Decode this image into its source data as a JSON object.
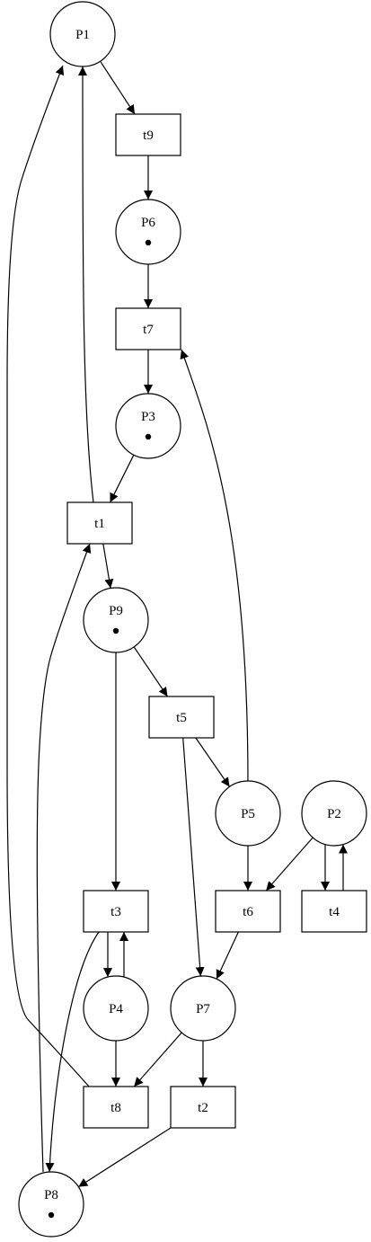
{
  "places": [
    {
      "id": "P1",
      "label": "P1",
      "tokens": 0
    },
    {
      "id": "P6",
      "label": "P6",
      "tokens": 1
    },
    {
      "id": "P3",
      "label": "P3",
      "tokens": 1
    },
    {
      "id": "P9",
      "label": "P9",
      "tokens": 1
    },
    {
      "id": "P5",
      "label": "P5",
      "tokens": 0
    },
    {
      "id": "P2",
      "label": "P2",
      "tokens": 0
    },
    {
      "id": "P4",
      "label": "P4",
      "tokens": 0
    },
    {
      "id": "P7",
      "label": "P7",
      "tokens": 0
    },
    {
      "id": "P8",
      "label": "P8",
      "tokens": 1
    }
  ],
  "transitions": [
    {
      "id": "t9",
      "label": "t9"
    },
    {
      "id": "t7",
      "label": "t7"
    },
    {
      "id": "t1",
      "label": "t1"
    },
    {
      "id": "t5",
      "label": "t5"
    },
    {
      "id": "t3",
      "label": "t3"
    },
    {
      "id": "t6",
      "label": "t6"
    },
    {
      "id": "t4",
      "label": "t4"
    },
    {
      "id": "t8",
      "label": "t8"
    },
    {
      "id": "t2",
      "label": "t2"
    }
  ],
  "arcs": [
    {
      "from": "P1",
      "to": "t9"
    },
    {
      "from": "t9",
      "to": "P6"
    },
    {
      "from": "P6",
      "to": "t7"
    },
    {
      "from": "t7",
      "to": "P3"
    },
    {
      "from": "P3",
      "to": "t1"
    },
    {
      "from": "t1",
      "to": "P1"
    },
    {
      "from": "t1",
      "to": "P9"
    },
    {
      "from": "P9",
      "to": "t5"
    },
    {
      "from": "P9",
      "to": "t3"
    },
    {
      "from": "t5",
      "to": "P5"
    },
    {
      "from": "t5",
      "to": "P7"
    },
    {
      "from": "P5",
      "to": "t7"
    },
    {
      "from": "P5",
      "to": "t6"
    },
    {
      "from": "P2",
      "to": "t6"
    },
    {
      "from": "P2",
      "to": "t4"
    },
    {
      "from": "t4",
      "to": "P2"
    },
    {
      "from": "t6",
      "to": "P7"
    },
    {
      "from": "t3",
      "to": "P4"
    },
    {
      "from": "P4",
      "to": "t3"
    },
    {
      "from": "t3",
      "to": "P8"
    },
    {
      "from": "P8",
      "to": "t1"
    },
    {
      "from": "P4",
      "to": "t8"
    },
    {
      "from": "P7",
      "to": "t8"
    },
    {
      "from": "P7",
      "to": "t2"
    },
    {
      "from": "t8",
      "to": "P1"
    },
    {
      "from": "t2",
      "to": "P8"
    }
  ]
}
